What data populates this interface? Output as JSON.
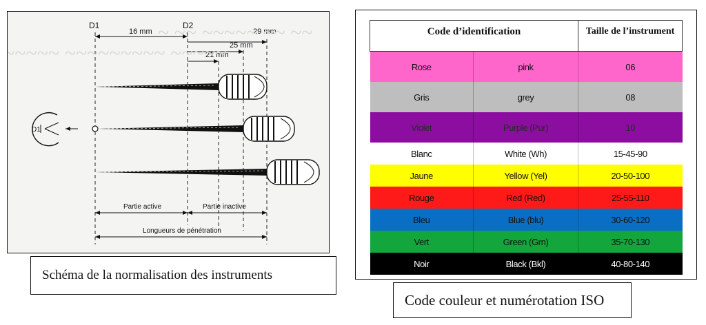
{
  "diagram": {
    "markers": {
      "d1": "D1",
      "d2": "D2",
      "lens": "D1"
    },
    "dims": {
      "d16": "16 mm",
      "d21": "21 mm",
      "d25": "25 mm",
      "d29": "29 mm"
    },
    "labels": {
      "active": "Partie active",
      "inactive": "Partie inactive",
      "penetration": "Longueurs de pénétration"
    }
  },
  "left_caption": "Schéma de la normalisation des instruments",
  "right_caption": "Code couleur et numérotation ISO",
  "iso_table": {
    "headers": {
      "code": "Code d’identification",
      "size": "Taille de l’instrument"
    },
    "rows": [
      {
        "fr": "Rose",
        "en": "pink",
        "size": "06",
        "bg": "#ff66cc",
        "fg": "#111111"
      },
      {
        "fr": "Gris",
        "en": "grey",
        "size": "08",
        "bg": "#bebebe",
        "fg": "#111111"
      },
      {
        "fr": "Violet",
        "en": "Purple (Pur)",
        "size": "10",
        "bg": "#8b0ea0",
        "fg": "#2a2a2a"
      },
      {
        "fr": "Blanc",
        "en": "White (Wh)",
        "size": "15-45-90",
        "bg": "#ffffff",
        "fg": "#111111"
      },
      {
        "fr": "Jaune",
        "en": "Yellow (Yel)",
        "size": "20-50-100",
        "bg": "#ffff00",
        "fg": "#111111"
      },
      {
        "fr": "Rouge",
        "en": "Red (Red)",
        "size": "25-55-110",
        "bg": "#ff1a1a",
        "fg": "#111111"
      },
      {
        "fr": "Bleu",
        "en": "Blue (blu)",
        "size": "30-60-120",
        "bg": "#0a6fc4",
        "fg": "#111111"
      },
      {
        "fr": "Vert",
        "en": "Green (Grn)",
        "size": "35-70-130",
        "bg": "#12a63c",
        "fg": "#111111"
      },
      {
        "fr": "Noir",
        "en": "Black (Bkl)",
        "size": "40-80-140",
        "bg": "#000000",
        "fg": "#ffffff"
      }
    ]
  }
}
